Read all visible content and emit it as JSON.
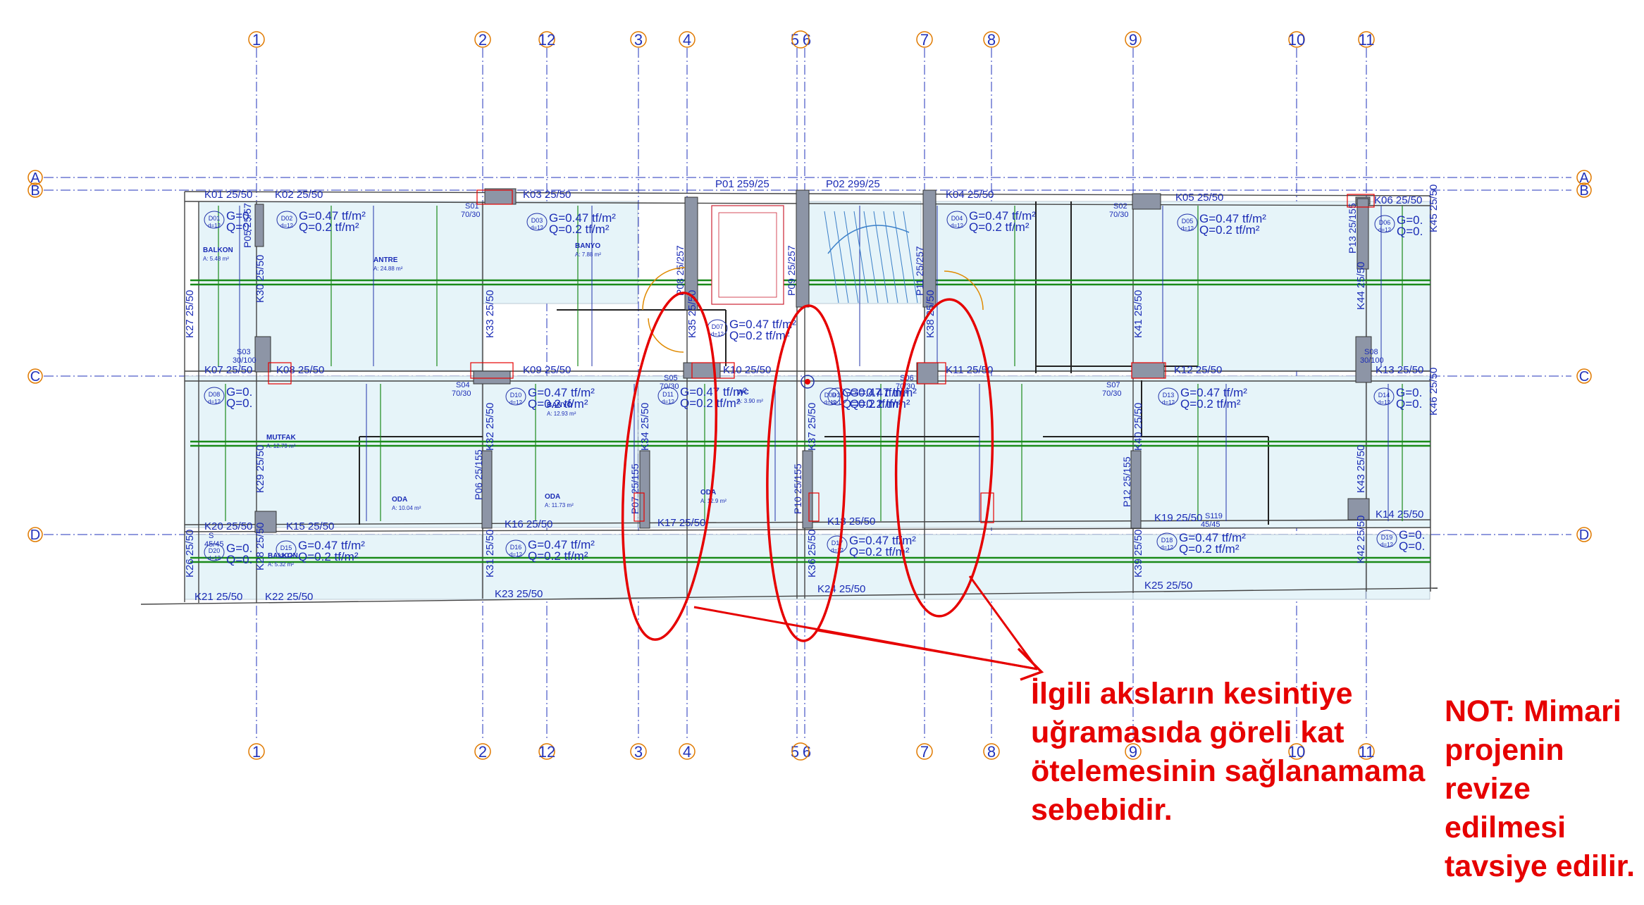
{
  "drawing": {
    "axes_vertical": [
      "1",
      "2",
      "12",
      "3",
      "4",
      "5",
      "6",
      "7",
      "8",
      "9",
      "10",
      "11"
    ],
    "axes_horizontal": [
      "A",
      "B",
      "C",
      "D"
    ],
    "beams": [
      {
        "label": "K01 25/50"
      },
      {
        "label": "K02  25/50"
      },
      {
        "label": "K03  25/50"
      },
      {
        "label": "K04  25/50"
      },
      {
        "label": "K05  25/50"
      },
      {
        "label": "K06 25/50"
      },
      {
        "label": "K07 25/50"
      },
      {
        "label": "K08  25/50"
      },
      {
        "label": "K09  25/50"
      },
      {
        "label": "K10  25/50"
      },
      {
        "label": "K11  25/50"
      },
      {
        "label": "K12  25/50"
      },
      {
        "label": "K13 25/50"
      },
      {
        "label": "K14 25/50"
      },
      {
        "label": "K15  25/50"
      },
      {
        "label": "K16  25/50"
      },
      {
        "label": "K17  25/50"
      },
      {
        "label": "K18  25/50"
      },
      {
        "label": "K19  25/50"
      },
      {
        "label": "K20 25/50"
      },
      {
        "label": "K21 25/50"
      },
      {
        "label": "K22  25/50"
      },
      {
        "label": "K23  25/50"
      },
      {
        "label": "K24  25/50"
      },
      {
        "label": "K25  25/50"
      }
    ],
    "vertical_beams": [
      {
        "label": "K27  25/50"
      },
      {
        "label": "K30  25/50"
      },
      {
        "label": "K33  25/50"
      },
      {
        "label": "K35 25/50"
      },
      {
        "label": "K38 25/50"
      },
      {
        "label": "K41  25/50"
      },
      {
        "label": "K44  25/50"
      },
      {
        "label": "K29  25/50"
      },
      {
        "label": "K32 25/50"
      },
      {
        "label": "K34  25/50"
      },
      {
        "label": "K37  25/50"
      },
      {
        "label": "K40 25/50"
      },
      {
        "label": "K43  25/50"
      },
      {
        "label": "K26  25/50"
      },
      {
        "label": "K28  25/50"
      },
      {
        "label": "K31 25/50"
      },
      {
        "label": "K36 25/50"
      },
      {
        "label": "K39 25/50"
      },
      {
        "label": "K42  25/50"
      },
      {
        "label": "K45  25/50"
      },
      {
        "label": "K46  25/50"
      }
    ],
    "shear_walls_top": [
      {
        "label": "P01  259/25"
      },
      {
        "label": "P02  299/25"
      }
    ],
    "shear_walls_vertical": [
      {
        "label": "P05 25/57"
      },
      {
        "label": "P08  25/257"
      },
      {
        "label": "P09  25/257"
      },
      {
        "label": "P11  25/257"
      },
      {
        "label": "P13 25/155"
      },
      {
        "label": "P06 25/155"
      },
      {
        "label": "P07 25/155"
      },
      {
        "label": "P10 25/155"
      },
      {
        "label": "P12 25/155"
      }
    ],
    "columns": [
      {
        "label": "S01",
        "size": "70/30"
      },
      {
        "label": "S02",
        "size": "70/30"
      },
      {
        "label": "S03",
        "size": "30/100"
      },
      {
        "label": "S04",
        "size": "70/30"
      },
      {
        "label": "S05",
        "size": "70/30"
      },
      {
        "label": "S06",
        "size": "70/30"
      },
      {
        "label": "S07",
        "size": "70/30"
      },
      {
        "label": "S08",
        "size": "30/100"
      },
      {
        "label": "S119",
        "size": "45/45"
      },
      {
        "label": "S",
        "size": "45/45"
      }
    ],
    "slabs": [
      {
        "id": "D01",
        "d": "d=12",
        "g": "G=0.",
        "q": "Q=0."
      },
      {
        "id": "D02",
        "d": "d=12",
        "g": "G=0.47 tf/m²",
        "q": "Q=0.2 tf/m²"
      },
      {
        "id": "D03",
        "d": "d=12",
        "g": "G=0.47 tf/m²",
        "q": "Q=0.2 tf/m²"
      },
      {
        "id": "D04",
        "d": "d=12",
        "g": "G=0.47 tf/m²",
        "q": "Q=0.2 tf/m²"
      },
      {
        "id": "D05",
        "d": "d=12",
        "g": "G=0.47 tf/m²",
        "q": "Q=0.2 tf/m²"
      },
      {
        "id": "D06",
        "d": "d=12",
        "g": "G=0.",
        "q": "Q=0."
      },
      {
        "id": "D07",
        "d": "d=12",
        "g": "G=0.47 tf/m²",
        "q": "Q=0.2 tf/m²"
      },
      {
        "id": "D08",
        "d": "d=12",
        "g": "G=0.",
        "q": "Q=0."
      },
      {
        "id": "D09",
        "d": "d=12",
        "g": "G=0.47 tf/m²",
        "q": "Q=0.2 tf/m²"
      },
      {
        "id": "D10",
        "d": "d=12",
        "g": "G=0.47 tf/m²",
        "q": "Q=0.2 tf/m²"
      },
      {
        "id": "D11",
        "d": "d=12",
        "g": "G=0.47 tf/m²",
        "q": "Q=0.2 tf/m²"
      },
      {
        "id": "D12",
        "d": "d=12",
        "g": "G=0.47 tf/m²",
        "q": "Q=0.2 tf/m²"
      },
      {
        "id": "D13",
        "d": "d=12",
        "g": "G=0.47 tf/m²",
        "q": "Q=0.2 tf/m²"
      },
      {
        "id": "D14",
        "d": "d=12",
        "g": "G=0.",
        "q": "Q=0."
      },
      {
        "id": "D15",
        "d": "d=12",
        "g": "G=0.47 tf/m²",
        "q": "Q=0.2 tf/m²"
      },
      {
        "id": "D16",
        "d": "d=12",
        "g": "G=0.47 tf/m²",
        "q": "Q=0.2 tf/m²"
      },
      {
        "id": "D17",
        "d": "d=12",
        "g": "G=0.47 tf/m²",
        "q": "Q=0.2 tf/m²"
      },
      {
        "id": "D18",
        "d": "d=12",
        "g": "G=0.47 tf/m²",
        "q": "Q=0.2 tf/m²"
      },
      {
        "id": "D19",
        "d": "d=12",
        "g": "G=0.",
        "q": "Q=0."
      },
      {
        "id": "D20",
        "d": "d=12",
        "g": "G=0.",
        "q": "Q=0."
      }
    ],
    "rooms": [
      {
        "name": "BALKON",
        "area": "A: 5.48 m²"
      },
      {
        "name": "ANTRE",
        "area": "A: 24.88 m²"
      },
      {
        "name": "BANYO",
        "area": "A: 7.88 m²"
      },
      {
        "name": "MUTFAK",
        "area": "A: 12.79 m²"
      },
      {
        "name": "ODA",
        "area": "A: 10.04 m²"
      },
      {
        "name": "ODA",
        "area": "A: 11.73 m²"
      },
      {
        "name": "ODA",
        "area": "A: 12.9 m²"
      },
      {
        "name": "BALKON",
        "area": "A: 5.32 m²"
      },
      {
        "name": "WC",
        "area": "A: 3.90 m²"
      },
      {
        "name": "BANYO",
        "area": "A: 12.93 m²"
      }
    ],
    "colors": {
      "axis_blue": "#2233bb",
      "axis_bubble": "#e07a00",
      "beam_text": "#1a2bb5",
      "slab_fill": "#e6f4f9",
      "rebar_green": "#1a8a1a",
      "wall": "#444444",
      "annotation_red": "#e60000",
      "column_fill": "#8d95a6"
    }
  },
  "annotation": {
    "main_note": [
      "İlgili aksların kesintiye",
      "uğramasıda göreli kat",
      "ötelemesinin sağlanamama",
      "sebebidir."
    ],
    "side_note": [
      "NOT: Mimari",
      "projenin",
      "revize",
      "edilmesi",
      "tavsiye edilir."
    ]
  }
}
